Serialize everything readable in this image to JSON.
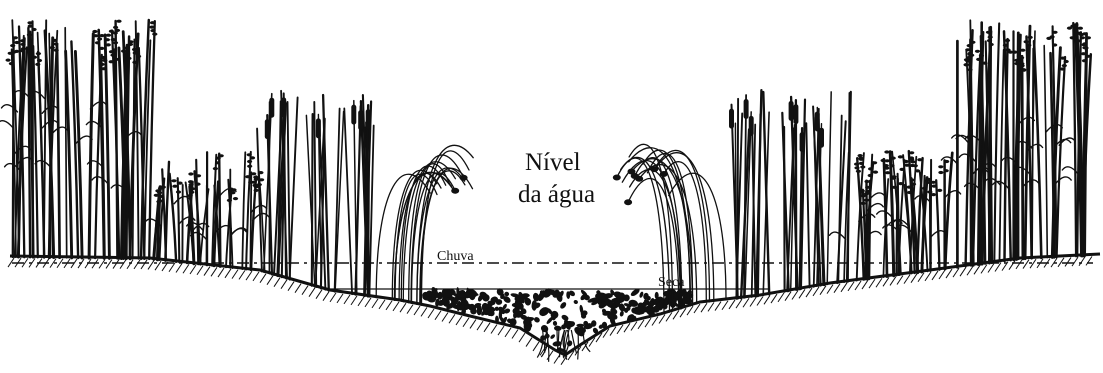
{
  "labels": {
    "title_line1": "Nível",
    "title_line2": "da água",
    "rain": "Chuva",
    "dry": "Seca"
  },
  "colors": {
    "ink": "#111111",
    "background": "#ffffff"
  }
}
